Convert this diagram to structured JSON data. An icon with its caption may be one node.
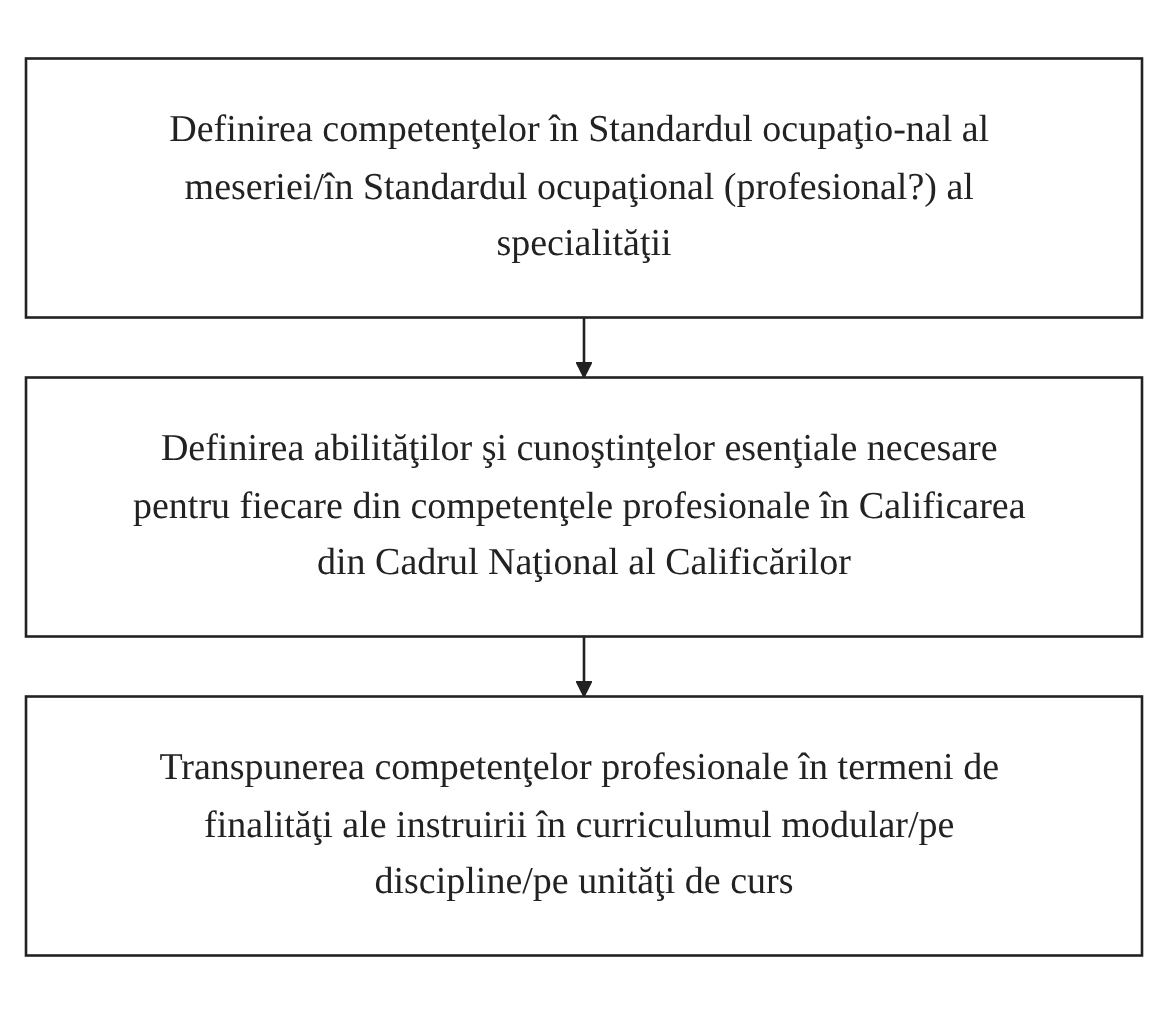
{
  "diagram": {
    "nodes": [
      {
        "text": [
          "Definirea competenţelor în Standardul ocupaţio-nal al meseriei/în Standardul ocupaţional (profesional?) al specialităţii"
        ]
      },
      {
        "text": [
          "Definirea abilităţilor şi cunoştinţelor esenţiale necesare pentru fiecare din competenţele profesionale în Calificarea din Cadrul Naţional al Calificărilor"
        ]
      },
      {
        "text": [
          "Transpunerea competenţelor profesionale în termeni de finalităţi ale instruirii în curriculumul modular/pe discipline/pe unităţi de curs"
        ]
      }
    ],
    "edges": [
      {
        "from": 0,
        "to": 1,
        "arrow": "to"
      },
      {
        "from": 1,
        "to": 2,
        "arrow": "to"
      }
    ]
  }
}
